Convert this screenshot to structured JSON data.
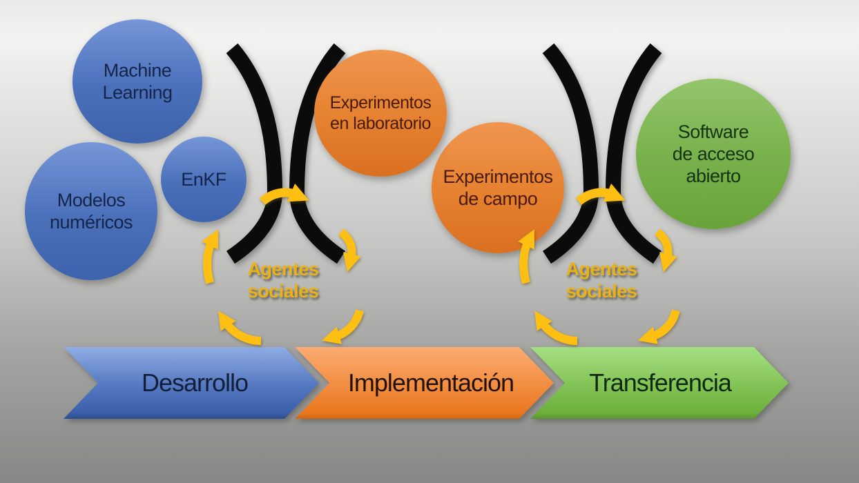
{
  "bubbles": [
    {
      "name": "machine-learning",
      "label": "Machine\nLearning",
      "color": "#4472c4"
    },
    {
      "name": "modelos-numericos",
      "label": "Modelos\nnuméricos",
      "color": "#4472c4"
    },
    {
      "name": "enkf",
      "label": "EnKF",
      "color": "#4472c4"
    },
    {
      "name": "experimentos-laboratorio",
      "label": "Experimentos\nen laboratorio",
      "color": "#ed7d31"
    },
    {
      "name": "experimentos-campo",
      "label": "Experimentos\nde campo",
      "color": "#ed7d31"
    },
    {
      "name": "software-acceso-abierto",
      "label": "Software\nde acceso\nabierto",
      "color": "#70ad47"
    }
  ],
  "agent_labels": {
    "left": "Agentes\nsociales",
    "right": "Agentes\nsociales"
  },
  "stages": [
    {
      "name": "desarrollo",
      "label": "Desarrollo",
      "color": "#4472c4"
    },
    {
      "name": "implementacion",
      "label": "Implementación",
      "color": "#ed7d31"
    },
    {
      "name": "transferencia",
      "label": "Transferencia",
      "color": "#70ad47"
    }
  ],
  "colors": {
    "arrow_gold": "#ffc013",
    "agents_text_gold": "#eab213",
    "barrier_black": "#0b0b0b",
    "background_top": "#f2f2f0",
    "background_bottom": "#878787"
  }
}
